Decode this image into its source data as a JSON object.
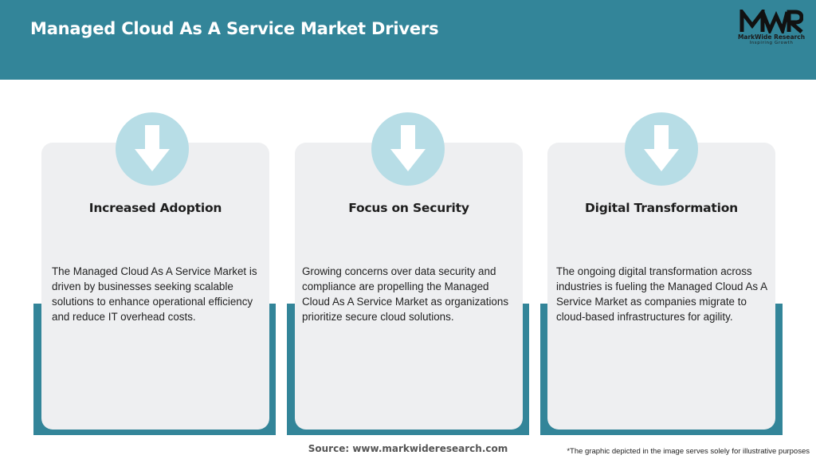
{
  "header": {
    "title": "Managed Cloud As A Service Market Drivers"
  },
  "logo": {
    "mark": "MWR",
    "name": "MarkWide Research",
    "tagline": "Inspiring Growth"
  },
  "cards": [
    {
      "icon": "arrow-down-icon",
      "title": "Increased Adoption",
      "text": "The Managed Cloud As A Service Market is driven by businesses seeking scalable solutions to enhance operational efficiency and reduce IT overhead costs."
    },
    {
      "icon": "arrow-down-icon",
      "title": "Focus on Security",
      "text": "Growing concerns over data security and compliance are propelling the Managed Cloud As A Service Market as organizations prioritize secure cloud solutions."
    },
    {
      "icon": "arrow-down-icon",
      "title": "Digital Transformation",
      "text": "The ongoing digital transformation across industries is fueling the Managed Cloud As A Service Market as companies migrate to cloud-based infrastructures for agility."
    }
  ],
  "footer": {
    "source": "Source: www.markwideresearch.com",
    "disclaimer": "*The graphic depicted in the image serves solely for illustrative purposes"
  },
  "colors": {
    "header_bg": "#338599",
    "card_bg": "#eeeff1",
    "icon_circle": "#b7dde6",
    "arrow": "#ffffff"
  }
}
